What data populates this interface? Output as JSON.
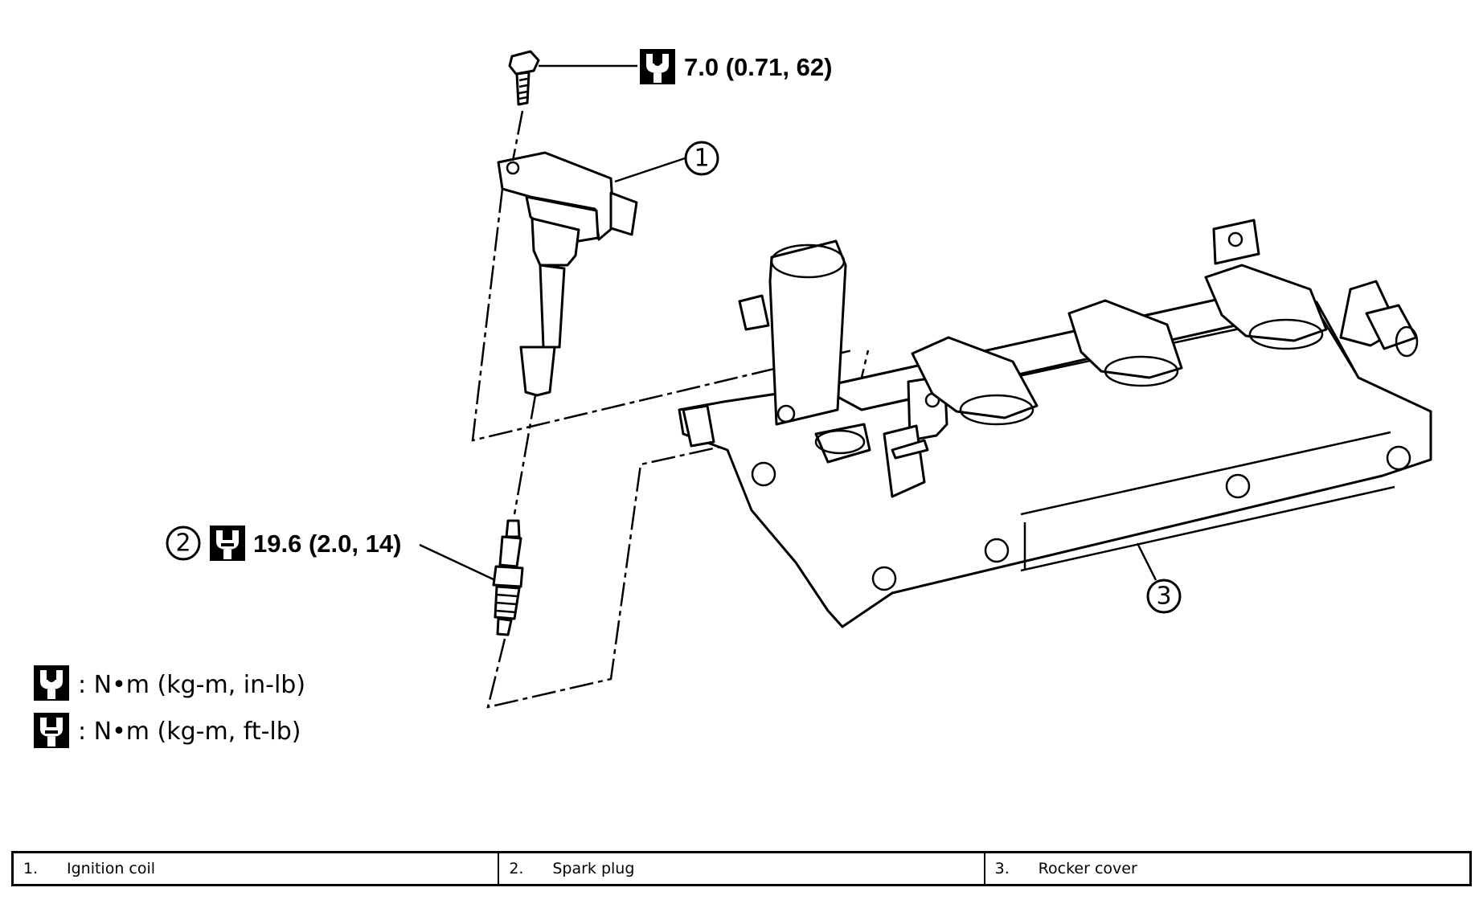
{
  "torque_specs": {
    "bolt": "7.0 (0.71, 62)",
    "spark_plug": "19.6 (2.0, 14)"
  },
  "callouts": {
    "ignition_coil": "1",
    "spark_plug": "2",
    "rocker_cover": "3"
  },
  "legend": [
    {
      "icon": "torque-wrench-filled-icon",
      "text": ": N•m (kg-m, in-lb)"
    },
    {
      "icon": "torque-wrench-outline-icon",
      "text": ": N•m (kg-m, ft-lb)"
    }
  ],
  "parts": [
    {
      "number": "1.",
      "name": "Ignition coil"
    },
    {
      "number": "2.",
      "name": "Spark plug"
    },
    {
      "number": "3.",
      "name": "Rocker cover"
    }
  ]
}
